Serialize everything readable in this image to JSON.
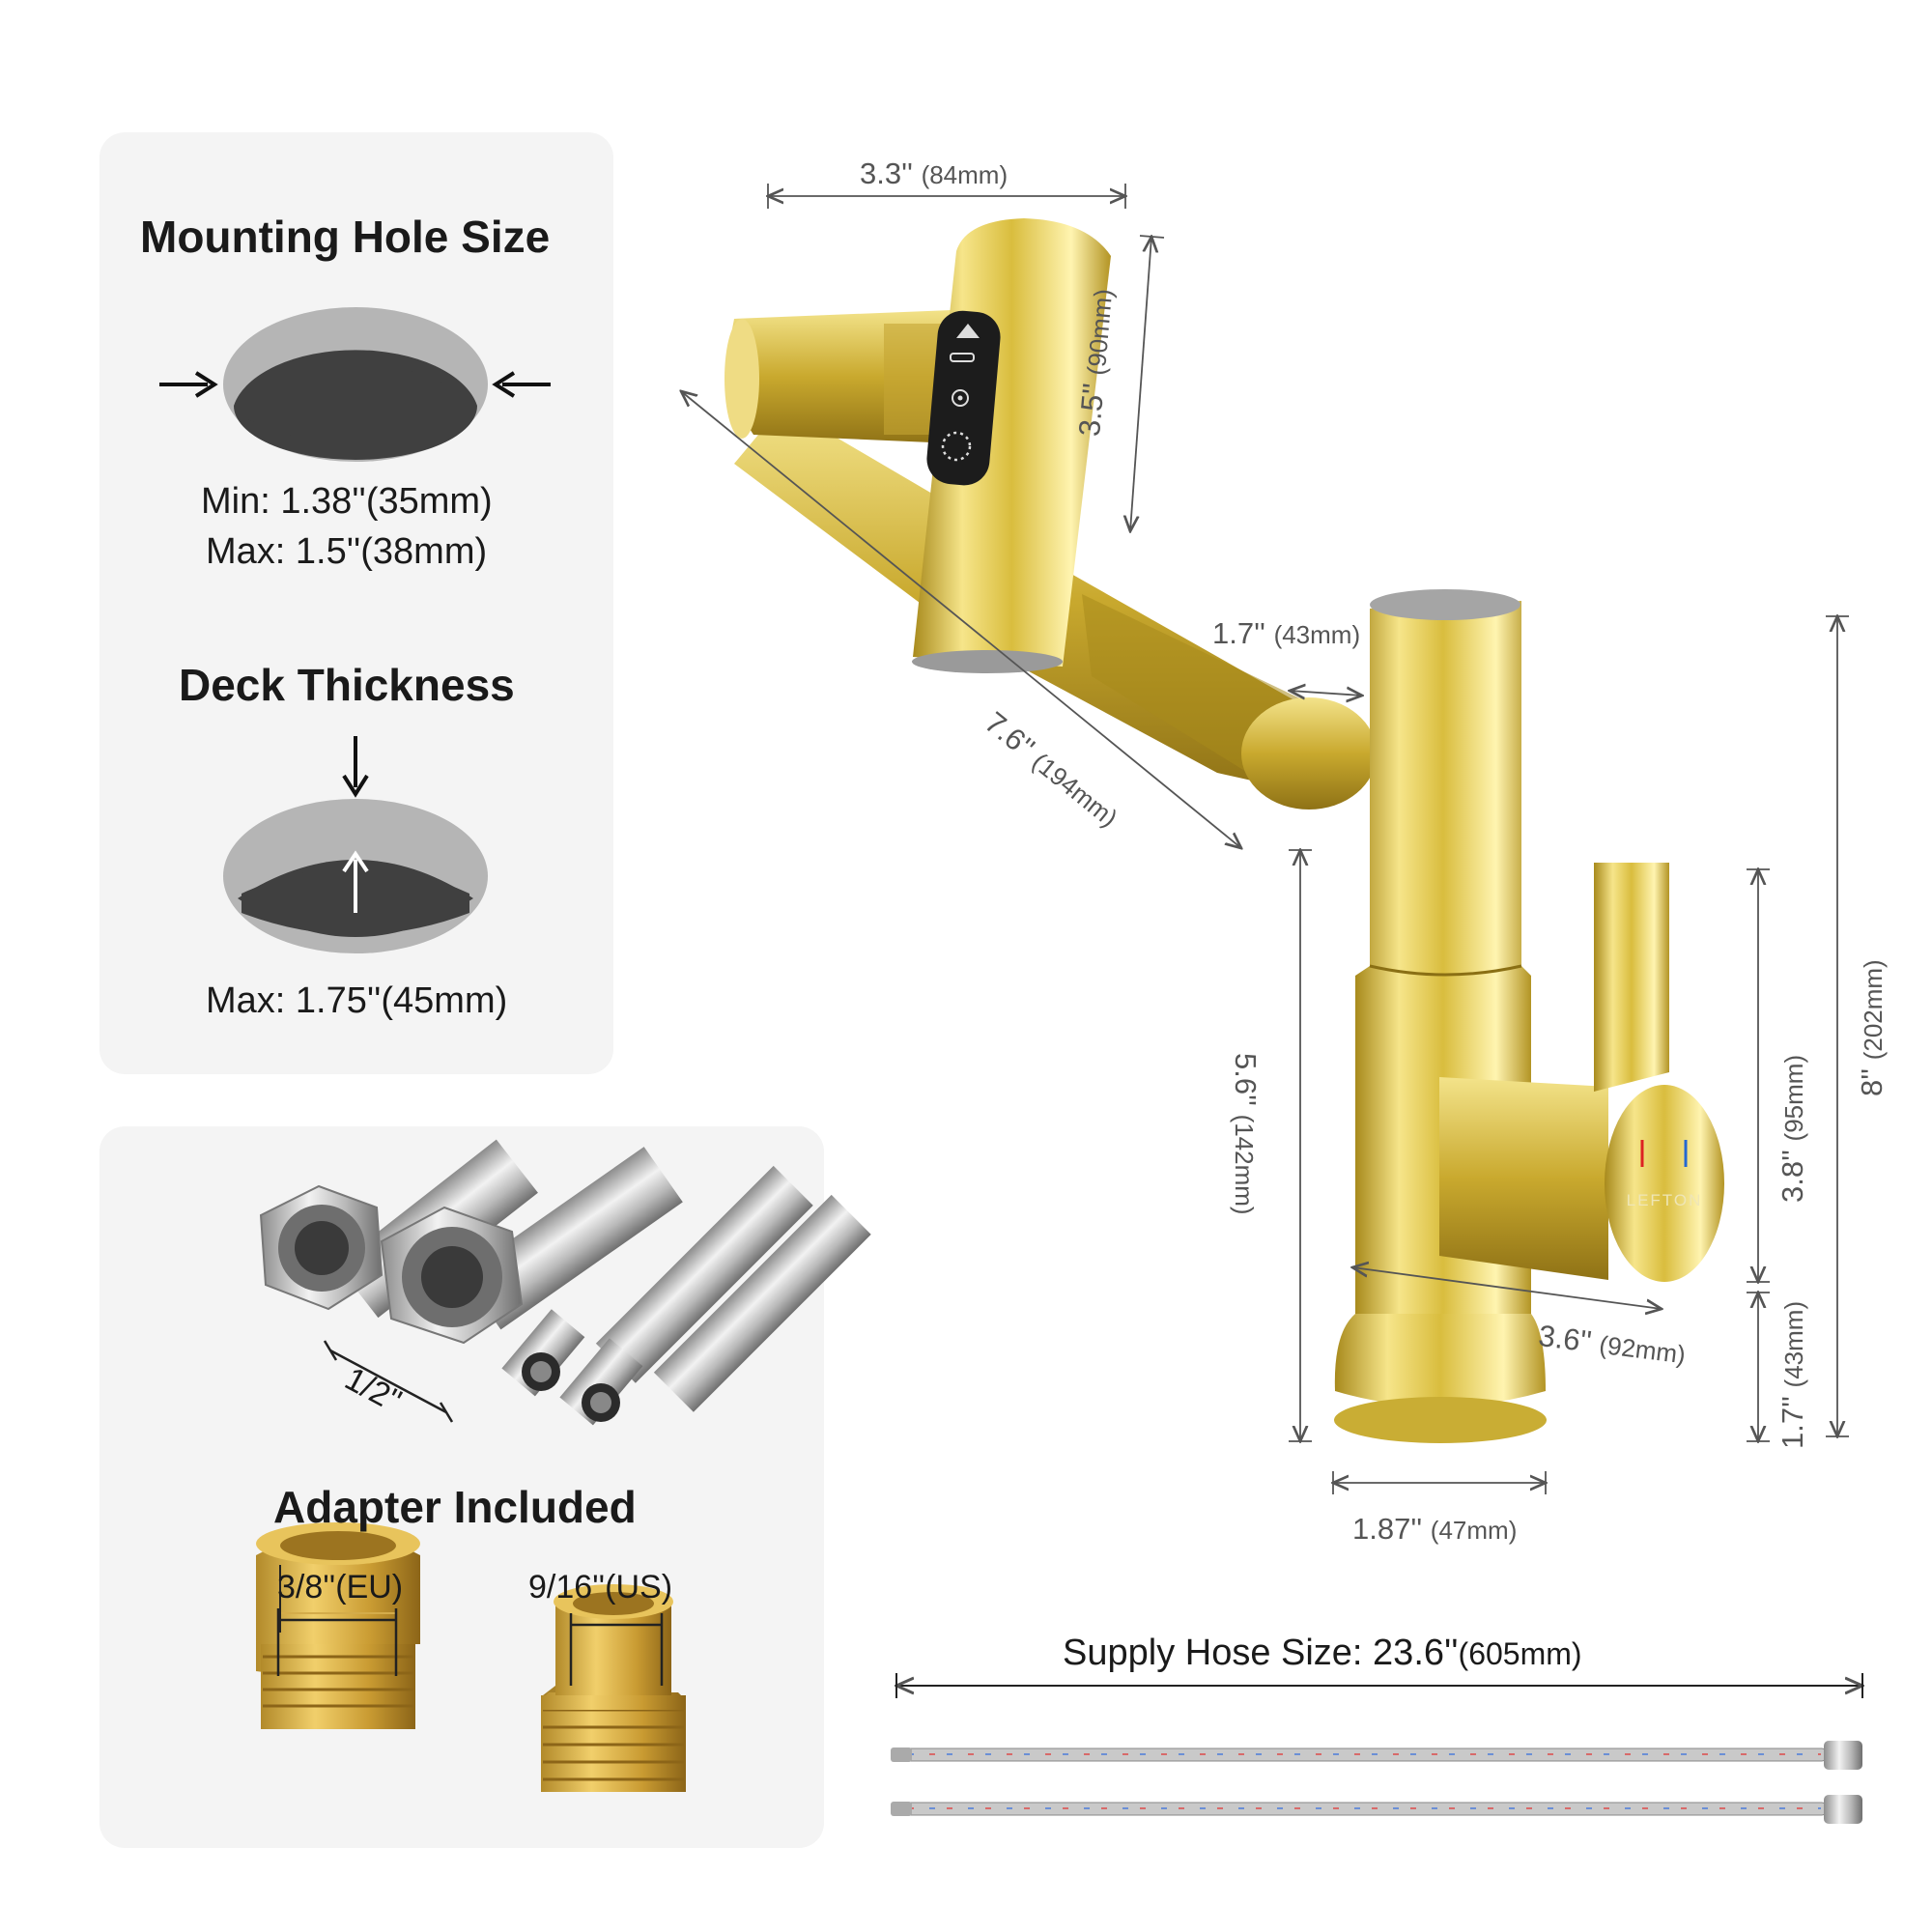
{
  "mounting_hole": {
    "title": "Mounting Hole Size",
    "min": "Min: 1.38''(35mm)",
    "max": "Max: 1.5''(38mm)"
  },
  "deck": {
    "title": "Deck Thickness",
    "max": "Max: 1.75''(45mm)"
  },
  "adapter": {
    "title": "Adapter Included",
    "thread_label": "1/2''",
    "eu_label": "3/8''(EU)",
    "us_label": "9/16''(US)"
  },
  "brand": "LEFTON",
  "dimensions": {
    "spout_head_width": {
      "in": "3.3''",
      "mm": "(84mm)"
    },
    "spout_head_height": {
      "in": "3.5''",
      "mm": "(90mm)"
    },
    "arm_length": {
      "in": "7.6''",
      "mm": "(194mm)"
    },
    "arm_offset": {
      "in": "1.7''",
      "mm": "(43mm)"
    },
    "spout_height": {
      "in": "5.6''",
      "mm": "(142mm)"
    },
    "total_height": {
      "in": "8''",
      "mm": "(202mm)"
    },
    "handle_height": {
      "in": "3.8''",
      "mm": "(95mm)"
    },
    "base_to_handle": {
      "in": "1.7''",
      "mm": "(43mm)"
    },
    "handle_reach": {
      "in": "3.6''",
      "mm": "(92mm)"
    },
    "base_diameter": {
      "in": "1.87''",
      "mm": "(47mm)"
    }
  },
  "supply_hose": {
    "label": "Supply Hose Size: 23.6''",
    "mm": "(605mm)"
  },
  "colors": {
    "gold": "#d9bd3e",
    "panel": "#f4f4f4",
    "hole_dark": "#404040",
    "hole_ring": "#b5b5b5"
  }
}
